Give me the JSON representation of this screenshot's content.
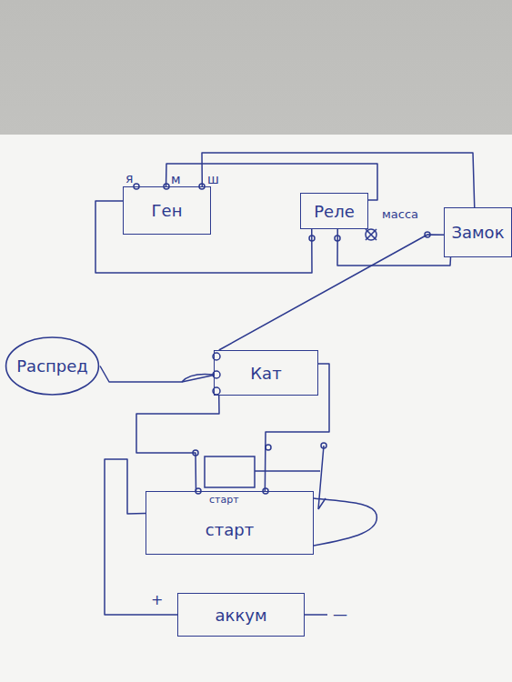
{
  "diagram": {
    "nodes": [
      {
        "text": [
          "Ген"
        ]
      },
      {
        "text": [
          "Реле"
        ]
      },
      {
        "text": [
          "Замок"
        ]
      },
      {
        "text": [
          "Распред"
        ]
      },
      {
        "text": [
          "Кат"
        ]
      },
      {
        "text": [
          "старт"
        ]
      },
      {
        "text": [
          "аккум"
        ]
      }
    ],
    "edges": [
      {
        "from": 0,
        "to": 1,
        "arrow": "none"
      },
      {
        "from": 0,
        "to": 2,
        "arrow": "none"
      },
      {
        "from": 0,
        "to": 1,
        "arrow": "none"
      },
      {
        "from": 1,
        "to": 2,
        "arrow": "none"
      },
      {
        "from": 2,
        "to": 4,
        "arrow": "none"
      },
      {
        "from": 4,
        "to": 3,
        "arrow": "none"
      },
      {
        "from": 4,
        "to": 5,
        "arrow": "none"
      },
      {
        "from": 4,
        "to": 5,
        "arrow": "none"
      },
      {
        "from": 6,
        "to": 5,
        "arrow": "none"
      }
    ],
    "labels": [
      "я",
      "м",
      "ш",
      "масса",
      "старт",
      "+",
      "—"
    ]
  }
}
